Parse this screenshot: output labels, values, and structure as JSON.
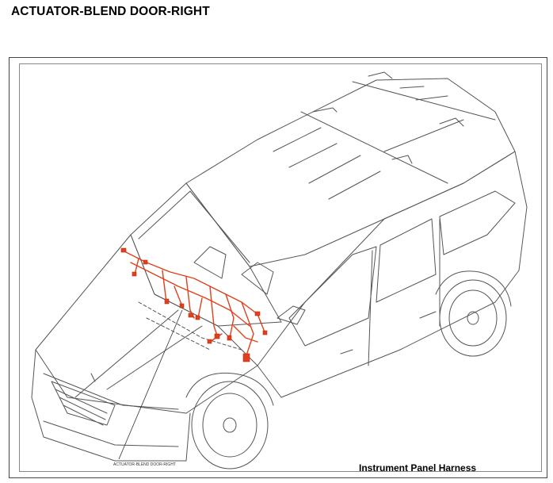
{
  "page": {
    "title": "ACTUATOR-BLEND DOOR-RIGHT"
  },
  "figure": {
    "caption": "Instrument Panel Harness",
    "callout_label": "ACTUATOR-BLEND DOOR-RIGHT",
    "harness_color": "#e0401c",
    "line_color": "#555555"
  }
}
